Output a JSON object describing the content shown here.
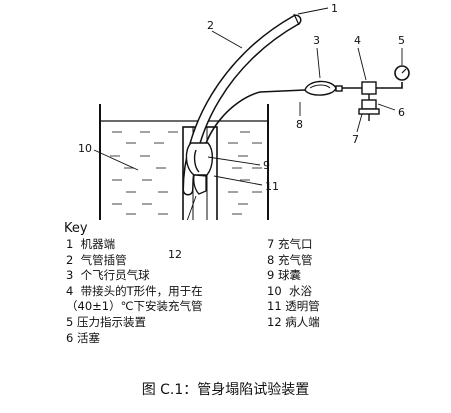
{
  "callouts": {
    "n1": "1",
    "n2": "2",
    "n3": "3",
    "n4": "4",
    "n5": "5",
    "n6": "6",
    "n7": "7",
    "n8": "8",
    "n9": "9",
    "n10": "10",
    "n11": "11",
    "n12": "12"
  },
  "key": {
    "title": "Key",
    "left": [
      "1  机器端",
      "2  气管插管",
      "3  个飞行员气球",
      "4  带接头的T形件，用于在",
      "（40±1）℃下安装充气管",
      "5 压力指示装置",
      "6 活塞"
    ],
    "right": [
      "7 充气口",
      "8 充气管",
      "9 球囊",
      "10  水浴",
      "11 透明管",
      "12 病人端"
    ]
  },
  "caption": "图 C.1：管身塌陷试验装置"
}
